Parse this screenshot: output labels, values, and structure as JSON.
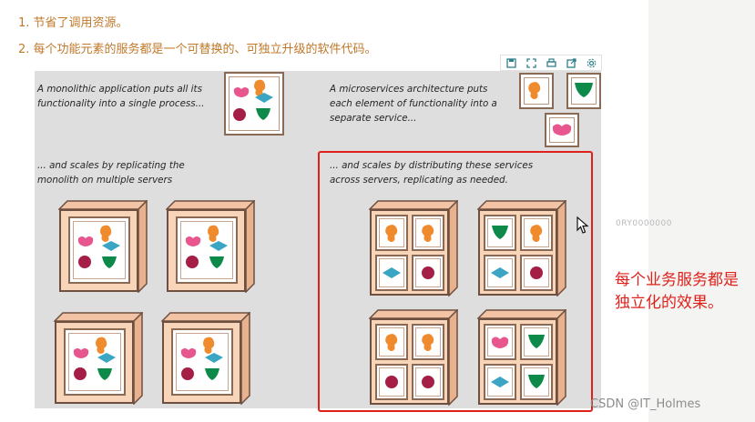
{
  "list": {
    "item1": "1. 节省了调用资源。",
    "item2": "2. 每个功能元素的服务都是一个可替换的、可独立升级的软件代码。"
  },
  "toolbar": {
    "icons": [
      "save-icon",
      "fullscreen-icon",
      "print-icon",
      "open-external-icon",
      "settings-icon"
    ]
  },
  "figure": {
    "caption_monolith": "A monolithic application puts all its\nfunctionality into a single process...",
    "caption_micro": "A microservices architecture puts\neach element of functionality into a\nseparate service...",
    "caption_scale_mono": "... and scales by replicating the\nmonolith on multiple servers",
    "caption_scale_micro": "... and scales by distributing these services\nacross servers, replicating as needed."
  },
  "annotation": "每个业务服务都是独立化的效果。",
  "faded_text": "0RY0000000",
  "watermark": "CSDN @IT_Holmes",
  "colors": {
    "orange": "#ef8b2c",
    "teal": "#3aa6c4",
    "pink": "#e7568f",
    "crimson": "#a51e45",
    "green": "#0d8a4a",
    "highlight_red": "#e0211b",
    "list_text": "#c0782a"
  }
}
